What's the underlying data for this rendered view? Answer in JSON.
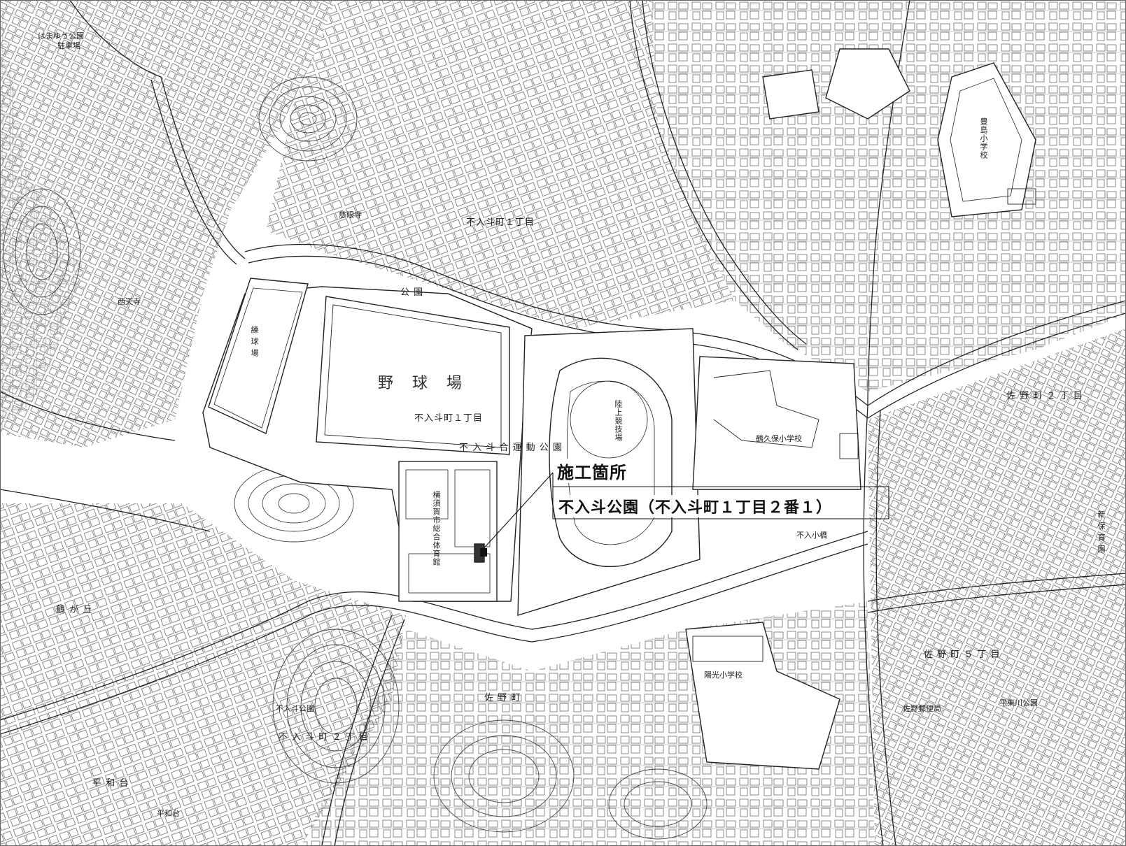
{
  "callout": {
    "title": "施工箇所",
    "address": "不入斗公園（不入斗町１丁目２番１）"
  },
  "labels": {
    "yakyujo": "野 球 場",
    "fuiricho1": "不入斗町１丁目",
    "sogo_undo_koen": "不 入 斗 合 運 動 公 園",
    "taikukan": "横須賀市総合体育館",
    "rikujo": "陸上競技場",
    "kubo_sho": "鶴久保小学校",
    "yoko_sho": "陽光小学校",
    "toyoshima_sho": "豊島小学校",
    "fuirito_koen": "不入斗公園",
    "fuiricho2": "不 入 斗 町 ２ 丁 目",
    "koen": "公 園",
    "seitenji": "西天寺",
    "keikyuji": "慈眼寺",
    "hamayu_koen": "はまゆう公園",
    "parking": "駐車場",
    "heiwadai": "平 和 台",
    "heiwadai2": "平和台",
    "tsurugaoka": "鶴 が 丘",
    "sano_post": "佐野郵便局",
    "higashi_koen": "平東川公園",
    "sano_higashi": "佐 野 町 ２ 丁 目",
    "shinnosuke": "新 保 育 園",
    "fuiri_shoko": "不入小橋",
    "sano_cho": "佐 野 町",
    "renkoji": "練 球 場",
    "fuiri_cho_top": "不入斗町１丁目",
    "sano_5": "佐 野 町 ５ 丁 目"
  },
  "colors": {
    "ink": "#333333",
    "background": "#ffffff"
  }
}
